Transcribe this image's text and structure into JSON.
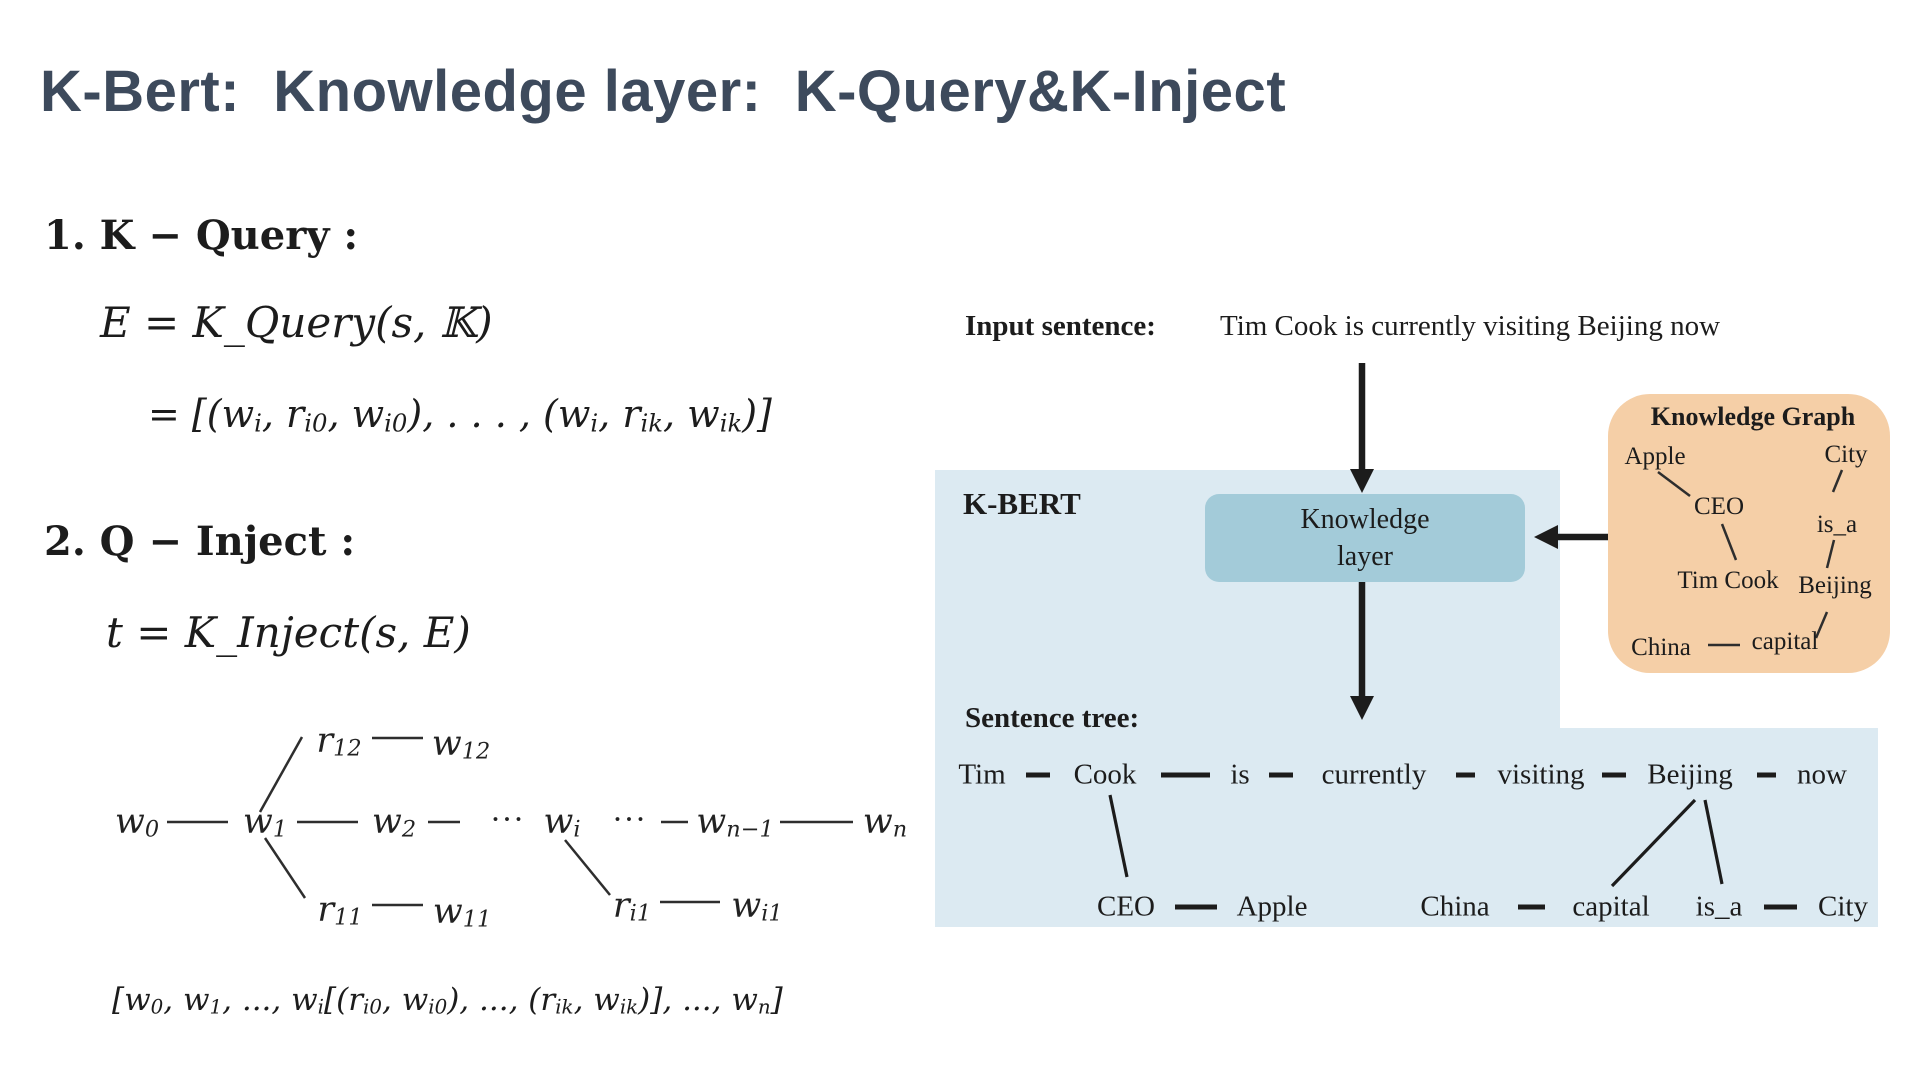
{
  "title": "K-Bert:  Knowledge layer:  K-Query&K-Inject",
  "colors": {
    "title": "#3d4a5c",
    "ink": "#1c1c1c",
    "line": "#2e2e2e",
    "panel": "#dceaf2",
    "layerbox": "#a3cbd9",
    "kgbox": "#f5cfa7"
  },
  "sections": {
    "kquery": {
      "heading": "1. K − Query :",
      "formula1": "E = K_Query(s, 𝕂)",
      "formula2": "= [(w_{i}, r_{i0}, w_{i0}), . . . , (w_{i}, r_{ik}, w_{ik})]"
    },
    "kinject": {
      "heading": "2. Q − Inject :",
      "formula1": "t = K_Inject(s, E)",
      "result": "[w_{0}, w_{1}, ..., w_{i}[(r_{i0}, w_{i0}), ..., (r_{ik}, w_{ik})], ..., w_{n}]"
    }
  },
  "tree": {
    "main": [
      "w_{0}",
      "w_{1}",
      "w_{2}",
      "···",
      "w_{i}",
      "···",
      "w_{n−1}",
      "w_{n}"
    ],
    "top_branch": {
      "rel": "r_{12}",
      "node": "w_{12}"
    },
    "bottom_branch1": {
      "rel": "r_{11}",
      "node": "w_{11}"
    },
    "bottom_branch2": {
      "rel": "r_{i1}",
      "node": "w_{i1}"
    }
  },
  "diagram": {
    "input_label": "Input sentence:",
    "input_text": "Tim Cook is currently visiting Beijing now",
    "kbert_label": "K-BERT",
    "knowledge_layer": {
      "line1": "Knowledge",
      "line2": "layer"
    },
    "knowledge_graph": {
      "title": "Knowledge Graph",
      "apple": "Apple",
      "city": "City",
      "ceo": "CEO",
      "is_a": "is_a",
      "tim_cook": "Tim Cook",
      "beijing": "Beijing",
      "china": "China",
      "capital": "capital"
    },
    "sentence_tree": {
      "label": "Sentence tree:",
      "row1": [
        "Tim",
        "Cook",
        "is",
        "currently",
        "visiting",
        "Beijing",
        "now"
      ],
      "row2": [
        "CEO",
        "Apple",
        "China",
        "capital",
        "is_a",
        "City"
      ]
    }
  }
}
